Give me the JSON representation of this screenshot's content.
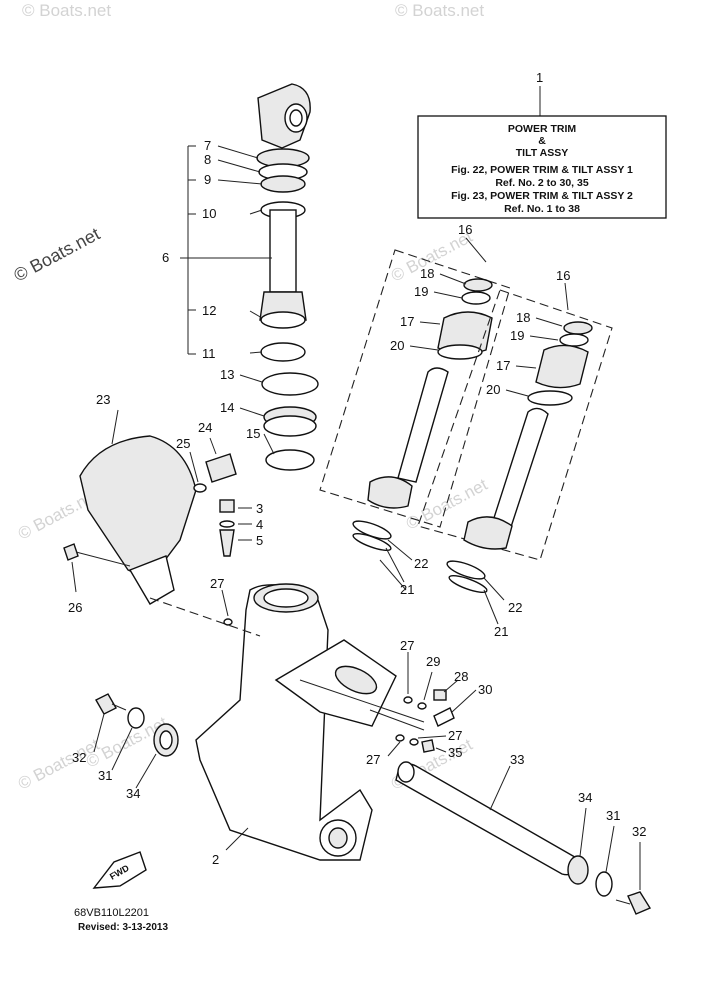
{
  "watermarks": [
    "© Boats.net",
    "© Boats.net",
    "© Boats.net",
    "© Boats.net",
    "© Boats.net",
    "© Boats.net",
    "© Boats.net",
    "© Boats.net",
    "© Boats.net"
  ],
  "note_box": {
    "callout": "1",
    "title_line1": "POWER TRIM",
    "title_line2": "&",
    "title_line3": "TILT ASSY",
    "ref1": "Fig. 22, POWER TRIM & TILT ASSY 1",
    "ref1_nos": "Ref. No. 2 to 30, 35",
    "ref2": "Fig. 23, POWER TRIM & TILT ASSY 2",
    "ref2_nos": "Ref. No. 1 to 38"
  },
  "callouts": {
    "c2": "2",
    "c3": "3",
    "c4": "4",
    "c5": "5",
    "c6": "6",
    "c7": "7",
    "c8": "8",
    "c9": "9",
    "c10": "10",
    "c11": "11",
    "c12": "12",
    "c13": "13",
    "c14": "14",
    "c15": "15",
    "c16a": "16",
    "c16b": "16",
    "c17a": "17",
    "c17b": "17",
    "c18a": "18",
    "c18b": "18",
    "c19a": "19",
    "c19b": "19",
    "c20a": "20",
    "c20b": "20",
    "c21a": "21",
    "c21b": "21",
    "c22a": "22",
    "c22b": "22",
    "c23": "23",
    "c24": "24",
    "c25": "25",
    "c26": "26",
    "c27a": "27",
    "c27b": "27",
    "c27c": "27",
    "c27d": "27",
    "c28": "28",
    "c29": "29",
    "c30": "30",
    "c31a": "31",
    "c31b": "31",
    "c32a": "32",
    "c32b": "32",
    "c33": "33",
    "c34a": "34",
    "c34b": "34",
    "c35": "35"
  },
  "fwd_label": "FWD",
  "diagram_code": "68VB110L2201",
  "revised": "Revised: 3-13-2013"
}
